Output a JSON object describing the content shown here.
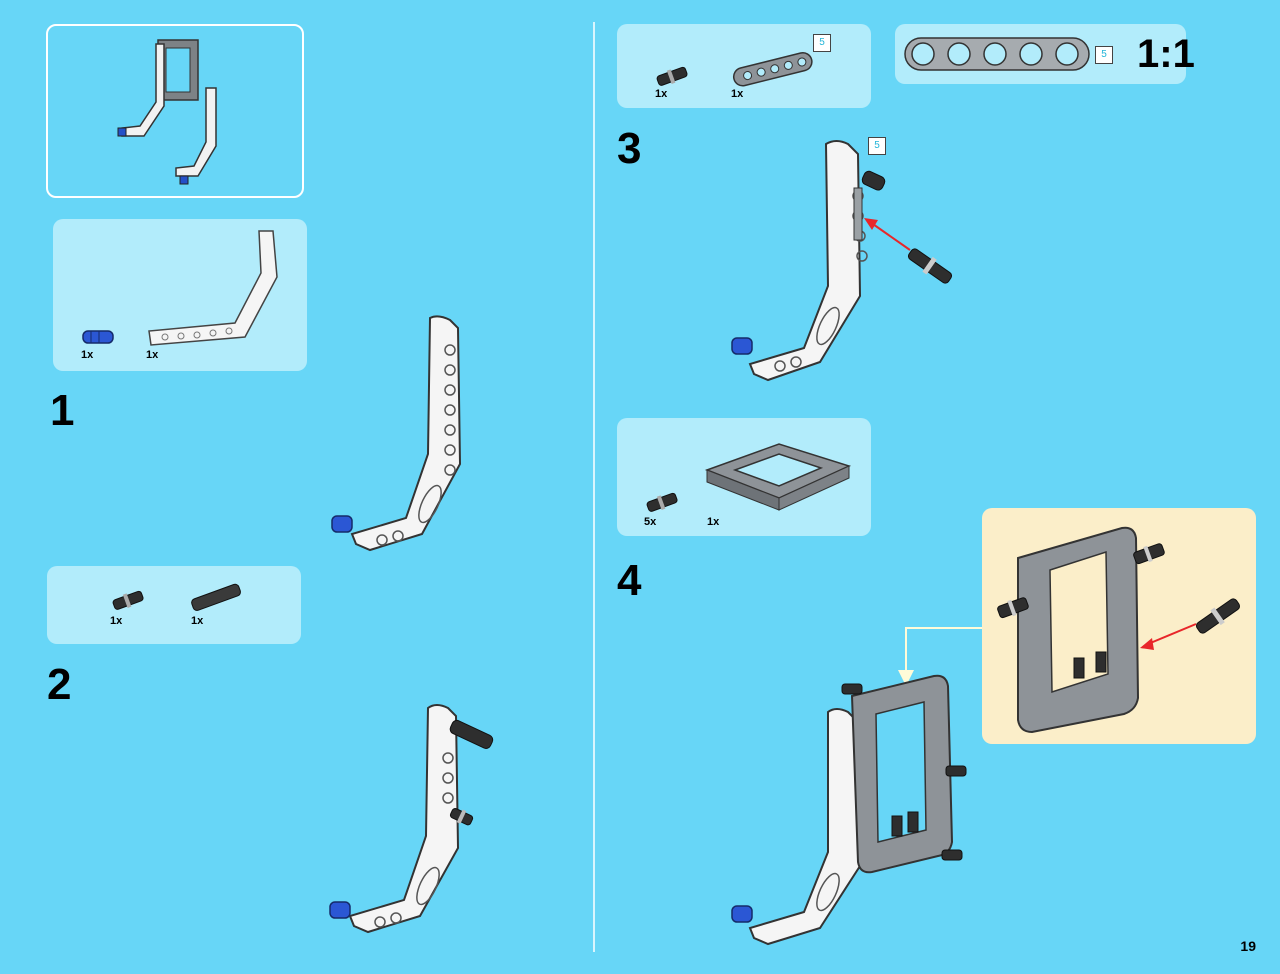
{
  "page": {
    "number": "19"
  },
  "overview": {},
  "step1": {
    "number": "1",
    "parts": [
      {
        "qty": "1x",
        "name": "blue-axle-pin"
      },
      {
        "qty": "1x",
        "name": "bent-liftarm-white"
      }
    ]
  },
  "step2": {
    "number": "2",
    "parts": [
      {
        "qty": "1x",
        "name": "friction-pin-black"
      },
      {
        "qty": "1x",
        "name": "axle-pin-black-long"
      }
    ]
  },
  "step3": {
    "number": "3",
    "parts": [
      {
        "qty": "1x",
        "name": "friction-pin-black"
      },
      {
        "qty": "1x",
        "name": "beam-5-grey"
      }
    ],
    "beam_length_badge": "5"
  },
  "scale_guide": {
    "badge": "5",
    "label": "1:1"
  },
  "step4": {
    "number": "4",
    "parts": [
      {
        "qty": "5x",
        "name": "friction-pin-black"
      },
      {
        "qty": "1x",
        "name": "frame-5x7-grey"
      }
    ]
  },
  "colors": {
    "background": "#67d6f7",
    "panel": "#b2ecfb",
    "subassembly_panel": "#fbeec9",
    "arrow_red": "#e8262a",
    "arrow_cream": "#fffbd8"
  }
}
